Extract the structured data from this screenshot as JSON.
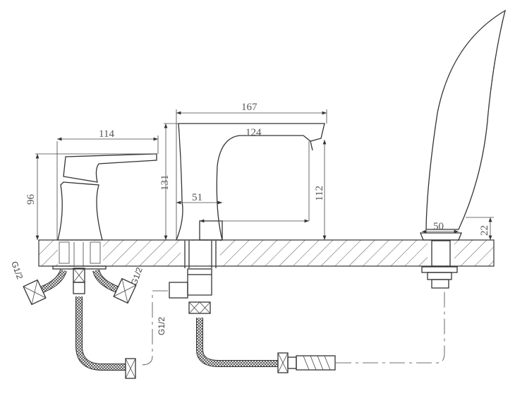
{
  "drawing": {
    "title": "Bath-deck mixer set installation drawing",
    "dimensions": {
      "mixer_width": "114",
      "mixer_height": "96",
      "spout_length": "167",
      "spout_reach": "124",
      "spout_height": "131",
      "spout_base": "51",
      "spout_outlet_height": "112",
      "shower_base": "50",
      "shower_holder_height": "22"
    },
    "threads": {
      "left_inlet": "G1/2",
      "right_inlet": "G1/2",
      "diverter_outlet": "G1/2"
    }
  }
}
